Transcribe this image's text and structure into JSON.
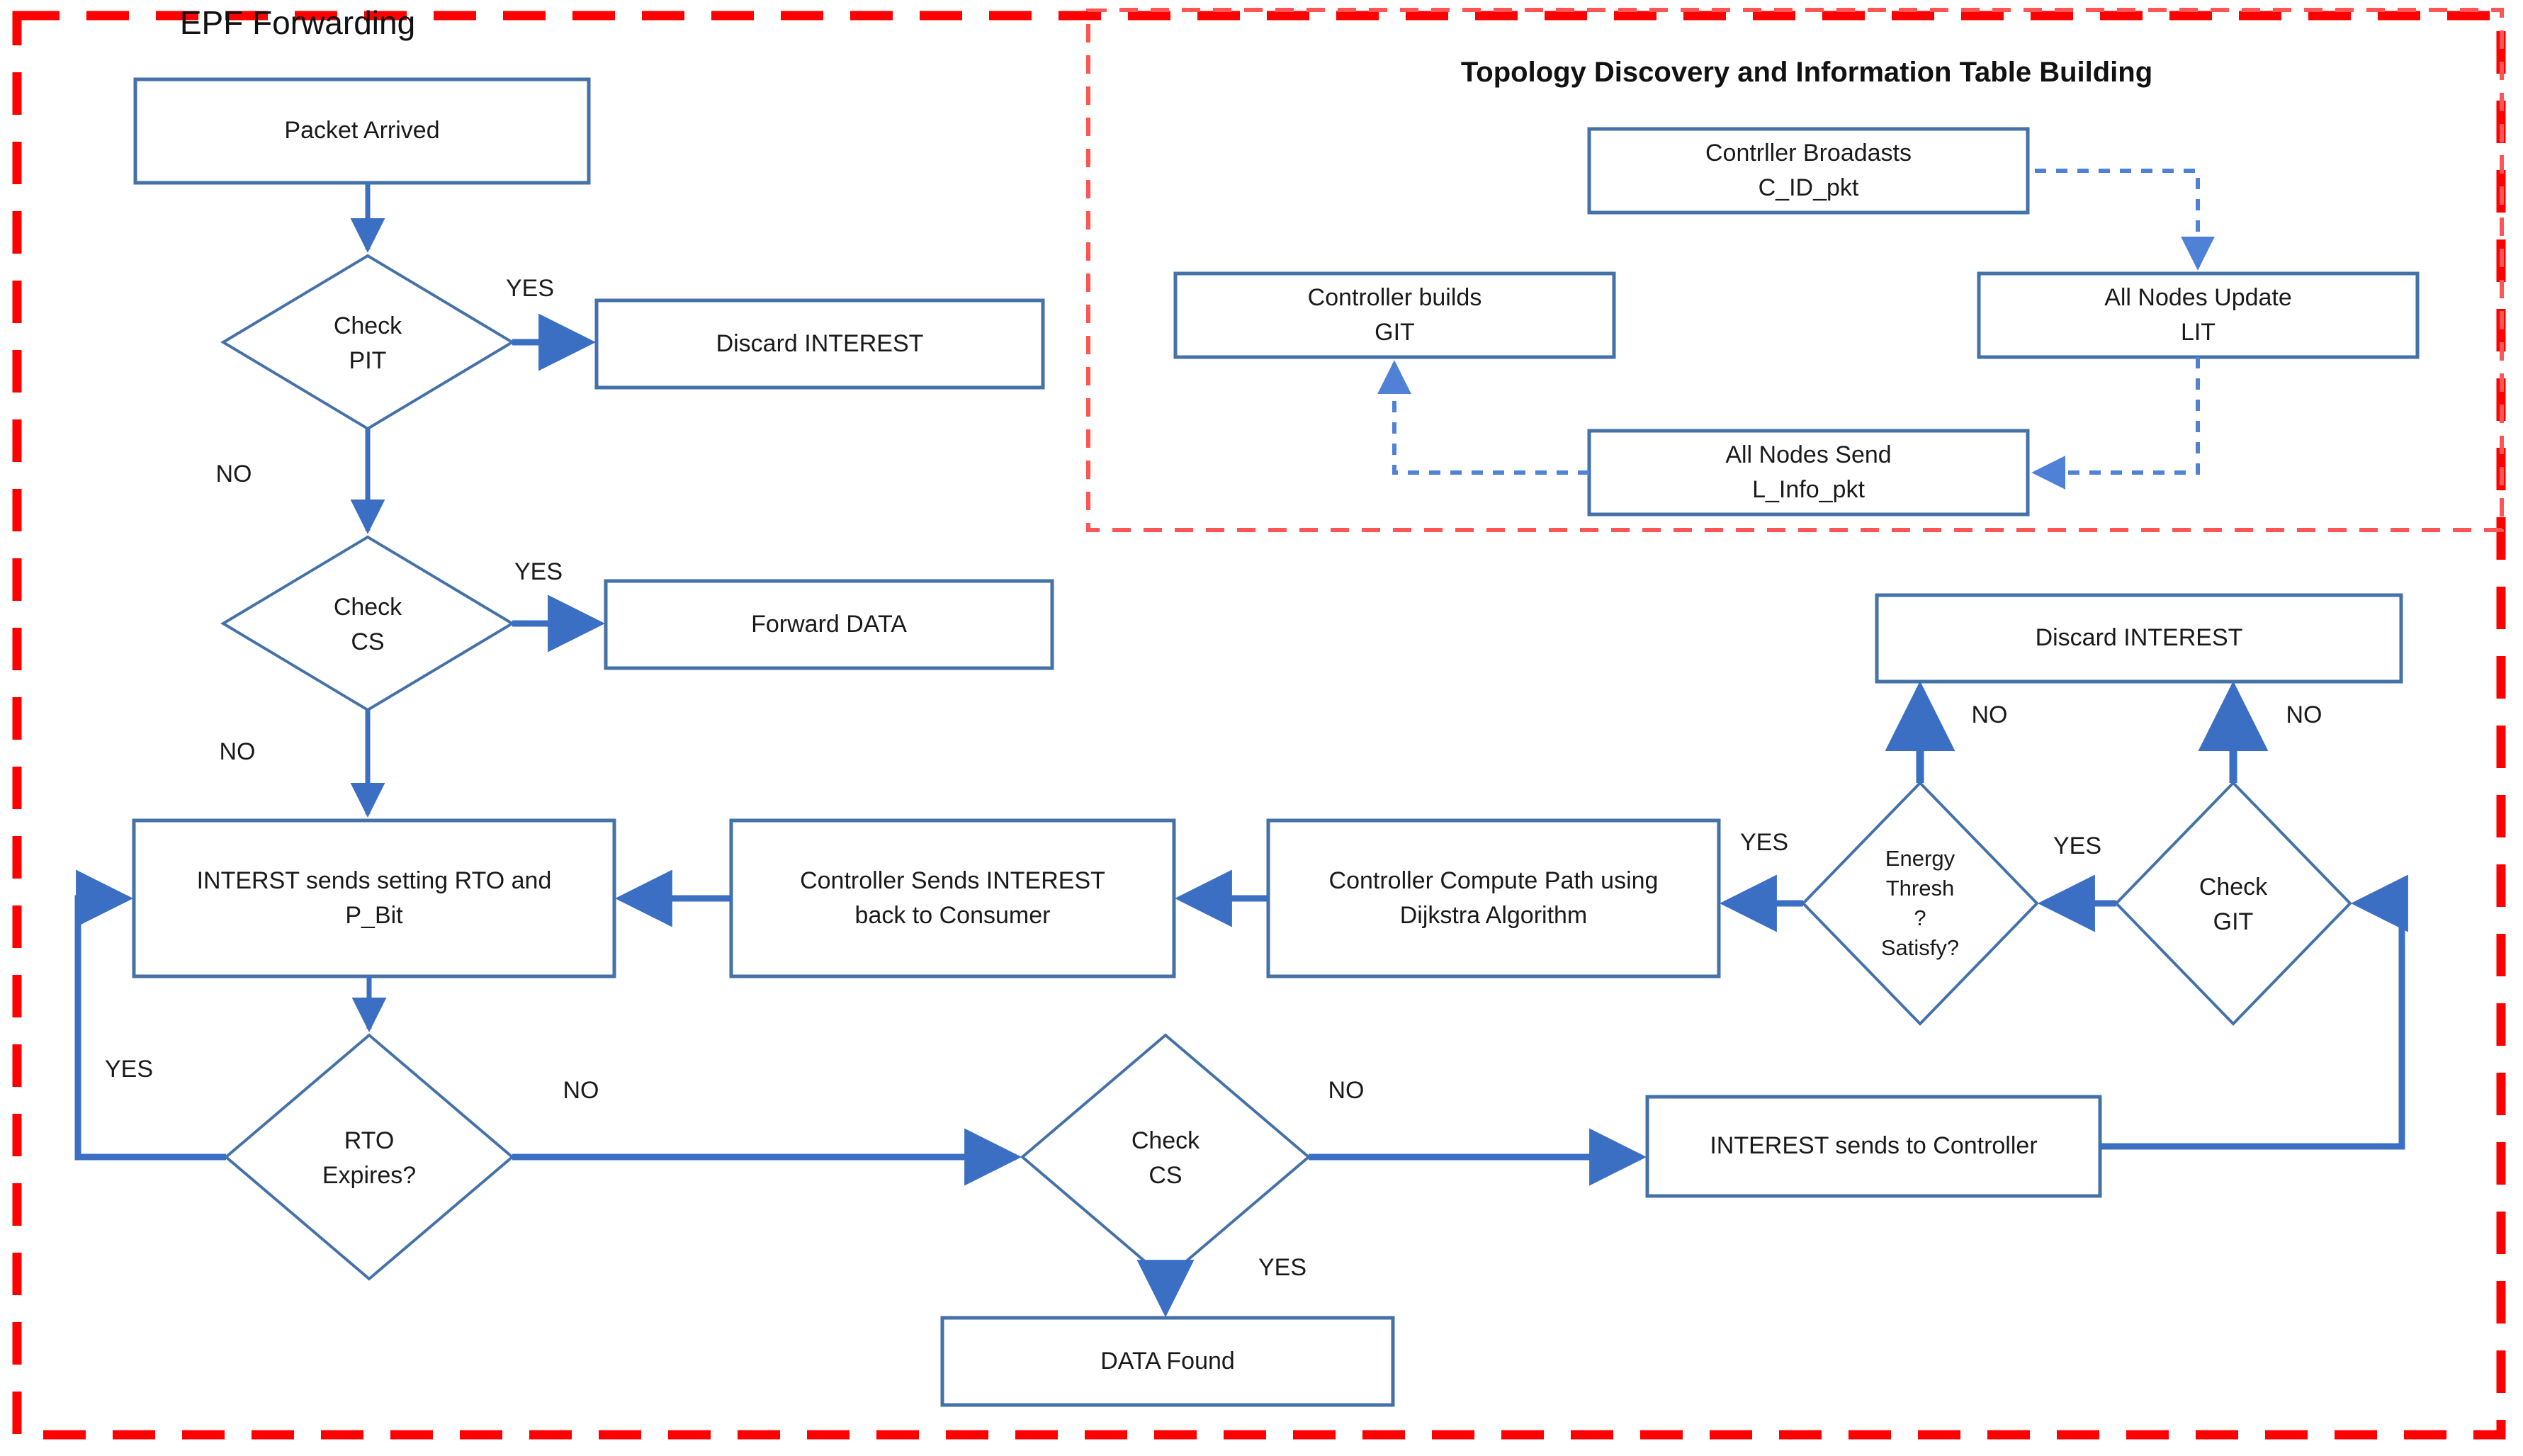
{
  "sections": {
    "epf": {
      "title": "EPF Forwarding",
      "border_color": "#ff0000",
      "border_style": "dashed-thick"
    },
    "topology": {
      "title": "Topology Discovery and Information Table Building",
      "border_color": "#ff4d4d",
      "border_style": "dashed-thin"
    }
  },
  "colors": {
    "node_stroke": "#4472a8",
    "node_fill": "#ffffff",
    "arrow_solid": "#3b6fc4",
    "arrow_dashed": "#4f82d6",
    "text": "#1a1a1a",
    "red_border": "#ff0000"
  },
  "epf_nodes": [
    {
      "id": "packet-arrived",
      "shape": "rect",
      "lines": [
        "Packet Arrived"
      ]
    },
    {
      "id": "check-pit",
      "shape": "diamond",
      "lines": [
        "Check",
        "PIT"
      ]
    },
    {
      "id": "discard-interest-top",
      "shape": "rect",
      "lines": [
        "Discard INTEREST"
      ]
    },
    {
      "id": "check-cs-top",
      "shape": "diamond",
      "lines": [
        "Check",
        "CS"
      ]
    },
    {
      "id": "forward-data",
      "shape": "rect",
      "lines": [
        "Forward DATA"
      ]
    },
    {
      "id": "interst-sends-rto",
      "shape": "rect",
      "lines": [
        "INTERST sends setting RTO and",
        "P_Bit"
      ]
    },
    {
      "id": "controller-sends-interest",
      "shape": "rect",
      "lines": [
        "Controller Sends INTEREST",
        "back to Consumer"
      ]
    },
    {
      "id": "controller-compute-path",
      "shape": "rect",
      "lines": [
        "Controller Compute Path using",
        "Dijkstra Algorithm"
      ]
    },
    {
      "id": "energy-thresh",
      "shape": "diamond",
      "lines": [
        "Energy",
        "Thresh",
        "?",
        "Satisfy?"
      ]
    },
    {
      "id": "check-git",
      "shape": "diamond",
      "lines": [
        "Check",
        "GIT"
      ]
    },
    {
      "id": "discard-interest-right",
      "shape": "rect",
      "lines": [
        "Discard INTEREST"
      ]
    },
    {
      "id": "rto-expires",
      "shape": "diamond",
      "lines": [
        "RTO",
        "Expires?"
      ]
    },
    {
      "id": "check-cs-bottom",
      "shape": "diamond",
      "lines": [
        "Check",
        "CS"
      ]
    },
    {
      "id": "interest-sends-controller",
      "shape": "rect",
      "lines": [
        "INTEREST sends to Controller"
      ]
    },
    {
      "id": "data-found",
      "shape": "rect",
      "lines": [
        "DATA Found"
      ]
    }
  ],
  "topology_nodes": [
    {
      "id": "controller-broadcasts",
      "shape": "rect",
      "lines": [
        "Contrller Broadasts",
        "C_ID_pkt"
      ]
    },
    {
      "id": "all-nodes-update-lit",
      "shape": "rect",
      "lines": [
        "All Nodes Update",
        "LIT"
      ]
    },
    {
      "id": "controller-builds-git",
      "shape": "rect",
      "lines": [
        "Controller builds",
        "GIT"
      ]
    },
    {
      "id": "all-nodes-send-linfo",
      "shape": "rect",
      "lines": [
        "All Nodes Send",
        "L_Info_pkt"
      ]
    }
  ],
  "edge_labels": [
    {
      "id": "pit-yes",
      "text": "YES"
    },
    {
      "id": "pit-no",
      "text": "NO"
    },
    {
      "id": "cs-top-yes",
      "text": "YES"
    },
    {
      "id": "cs-top-no",
      "text": "NO"
    },
    {
      "id": "rto-yes",
      "text": "YES"
    },
    {
      "id": "rto-no",
      "text": "NO"
    },
    {
      "id": "cs-bottom-no",
      "text": "NO"
    },
    {
      "id": "cs-bottom-yes",
      "text": "YES"
    },
    {
      "id": "energy-yes",
      "text": "YES"
    },
    {
      "id": "energy-no",
      "text": "NO"
    },
    {
      "id": "git-yes",
      "text": "YES"
    },
    {
      "id": "git-no",
      "text": "NO"
    }
  ]
}
